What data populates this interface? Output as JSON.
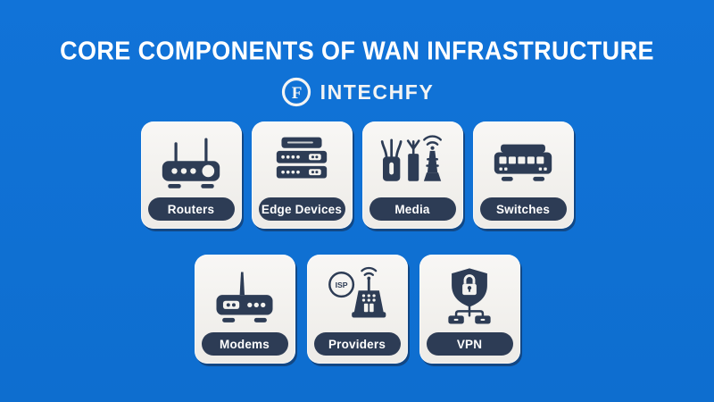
{
  "title": "CORE COMPONENTS OF WAN INFRASTRUCTURE",
  "brand": {
    "name": "INTECHFY",
    "logo_letter": "F"
  },
  "cards_top": [
    {
      "label": "Routers",
      "icon": "router-icon"
    },
    {
      "label": "Edge Devices",
      "icon": "edge-devices-icon"
    },
    {
      "label": "Media",
      "icon": "media-icon"
    },
    {
      "label": "Switches",
      "icon": "switch-icon"
    }
  ],
  "cards_bottom": [
    {
      "label": "Modems",
      "icon": "modem-icon"
    },
    {
      "label": "Providers",
      "icon": "isp-building-icon",
      "badge": "ISP"
    },
    {
      "label": "VPN",
      "icon": "vpn-shield-icon"
    }
  ],
  "colors": {
    "background": "#0f70d4",
    "card": "#f2f0ec",
    "navy": "#2d3c55",
    "text": "#ffffff"
  }
}
